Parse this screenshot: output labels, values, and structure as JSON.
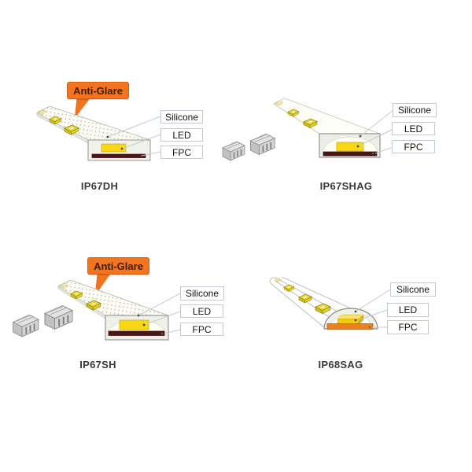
{
  "page": {
    "background": "#ffffff"
  },
  "colors": {
    "callout_orange": "#f4731f",
    "callout_text": "#3d1e00",
    "led_yellow": "#f8d815",
    "fpc_dark_red": "#4e1515",
    "fpc_orange": "#e8821e",
    "label_box_border": "#c2cbd3",
    "leader_line": "#c2ccd4",
    "title_text": "#3a3a3a"
  },
  "panels": [
    {
      "id": "ip67dh",
      "title": "IP67DH",
      "callout": "Anti-Glare",
      "labels": {
        "silicone": "Silicone",
        "led": "LED",
        "fpc": "FPC"
      }
    },
    {
      "id": "ip67shag",
      "title": "IP67SHAG",
      "labels": {
        "silicone": "Silicone",
        "led": "LED",
        "fpc": "FPC"
      }
    },
    {
      "id": "ip67sh",
      "title": "IP67SH",
      "callout": "Anti-Glare",
      "labels": {
        "silicone": "Silicone",
        "led": "LED",
        "fpc": "FPC"
      }
    },
    {
      "id": "ip68sag",
      "title": "IP68SAG",
      "labels": {
        "silicone": "Silicone",
        "led": "LED",
        "fpc": "FPC"
      }
    }
  ]
}
